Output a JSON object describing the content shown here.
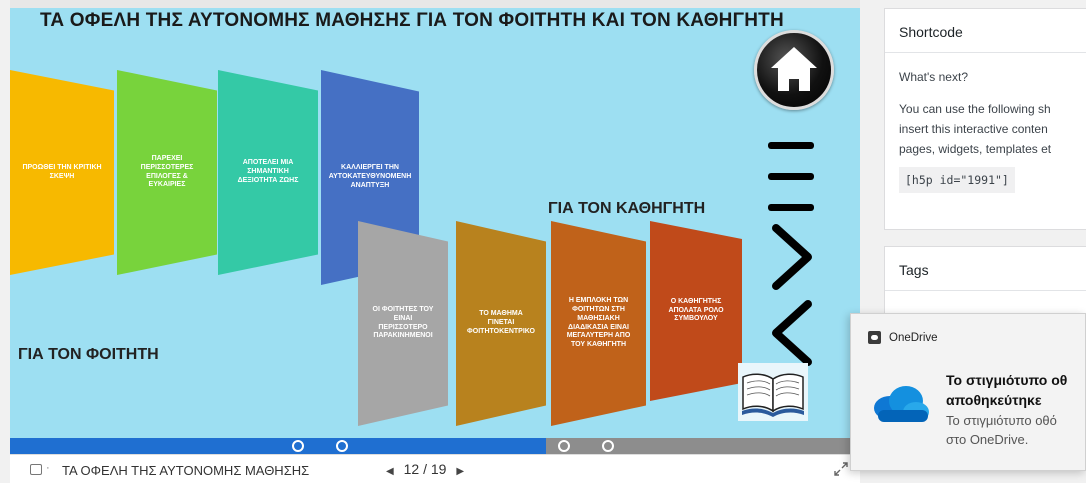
{
  "slide": {
    "title": "ΤΑ ΟΦΕΛΗ ΤΗΣ ΑΥΤΟΝΟΜΗΣ ΜΑΘΗΣΗΣ ΓΙΑ ΤΟΝ ΦΟΙΤΗΤΗ ΚΑΙ ΤΟΝ ΚΑΘΗΓΗΤΗ",
    "section_student": "ΓΙΑ ΤΟΝ ΦΟΙΤΗΤΗ",
    "section_teacher": "ΓΙΑ ΤΟΝ ΚΑΘΗΓΗΤΗ",
    "student_cards": [
      {
        "text": "ΠΡΟΩΘΕΙ ΤΗΝ ΚΡΙΤΙΚΗ ΣΚΕΨΗ",
        "color": "#f7b900"
      },
      {
        "text": "ΠΑΡΕΧΕΙ ΠΕΡΙΣΣΟΤΕΡΕΣ ΕΠΙΛΟΓΕΣ & ΕΥΚΑΙΡΙΕΣ",
        "color": "#78d33c"
      },
      {
        "text": "ΑΠΟΤΕΛΕΙ ΜΙΑ ΣΗΜΑΝΤΙΚΗ ΔΕΞΙΟΤΗΤΑ ΖΩΗΣ",
        "color": "#34c9a6"
      },
      {
        "text": "ΚΑΛΛΙΕΡΓΕΙ ΤΗΝ ΑΥΤΟΚΑΤΕΥΘΥΝΟΜΕΝΗ ΑΝΑΠΤΥΞΗ",
        "color": "#4570c4"
      },
      {
        "text": "ΟΙ ΦΟΙΤΗΤΕΣ ΤΟΥ ΕΙΝΑΙ ΠΕΡΙΣΣΟΤΕΡΟ ΠΑΡΑΚΙΝΗΜΕΝΟΙ",
        "color": "#a6a6a6"
      },
      {
        "text": "ΤΟ ΜΑΘΗΜΑ ΓΙΝΕΤΑΙ ΦΟΙΤΗΤΟΚΕΝΤΡΙΚΟ",
        "color": "#b8821e"
      }
    ],
    "teacher_cards": [
      {
        "text": "Η ΕΜΠΛΟΚΗ ΤΩΝ ΦΟΙΤΗΤΩΝ ΣΤΗ ΜΑΘΗΣΙΑΚΗ ΔΙΑΔΙΚΑΣΙΑ ΕΙΝΑΙ ΜΕΓΑΛΥΤΕΡΗ ΑΠΟ ΤΟΥ ΚΑΘΗΓΗΤΗ",
        "color": "#c0621a"
      },
      {
        "text": "Ο ΚΑΘΗΓΗΤΗΣ ΑΠΟΛΑΤΑ ΡΟΛΟ ΣΥΜΒΟΥΛΟΥ",
        "color": "#c04a1a"
      }
    ],
    "icons": [
      "home-icon",
      "menu-lines-icon",
      "chevron-right-icon",
      "chevron-left-icon",
      "open-book-icon"
    ]
  },
  "progress": {
    "current": 12,
    "total": 19,
    "fill_fraction": 0.63
  },
  "footer": {
    "title": "ΤΑ ΟΦΕΛΗ ΤΗΣ ΑΥΤΟΝΟΜΗΣ ΜΑΘΗΣΗΣ",
    "page_current": "12",
    "page_sep": "/",
    "page_total": "19",
    "prev_arrow": "◀",
    "next_arrow": "▶",
    "fullscreen_icon": "fullscreen-icon"
  },
  "sidebar": {
    "shortcode": {
      "title": "Shortcode",
      "whats_next": "What's next?",
      "line1": "You can use the following sh",
      "line2": "insert this interactive conten",
      "line3": "pages, widgets, templates et",
      "code": "[h5p id=\"1991\"]"
    },
    "tags": {
      "title": "Tags"
    }
  },
  "toast": {
    "app": "OneDrive",
    "title_line1": "Το στιγμιότυπο οθ",
    "title_line2": "αποθηκεύτηκε",
    "msg_line1": "Το στιγμιότυπο οθό",
    "msg_line2": "στο OneDrive."
  },
  "colors": {
    "slide_bg": "#9ddff2",
    "progress_fill": "#1f6fd1",
    "progress_bg": "#8d8d8d",
    "onedrive_blue": "#0f78d4"
  }
}
